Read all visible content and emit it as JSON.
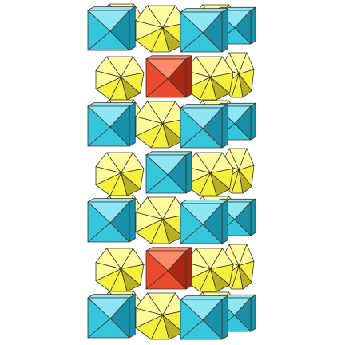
{
  "image": {
    "subject": "polyhedral-crystal-structure-column",
    "colors": {
      "background": "#ffffff",
      "cyan_face_light": "#8fe6f2",
      "cyan_face_mid": "#35c6dc",
      "cyan_face_dark": "#1a8fa8",
      "yellow_face_light": "#fffb9a",
      "yellow_face_mid": "#f4ee3c",
      "yellow_face_dark": "#b8b020",
      "red_face_light": "#ff8a6a",
      "red_face_mid": "#ec4a2c",
      "red_face_dark": "#a82a16",
      "edge": "#333333"
    },
    "layers": [
      {
        "kind": "cyan-row",
        "highlight": "none"
      },
      {
        "kind": "yellow-row",
        "highlight": "red-center"
      },
      {
        "kind": "cyan-row",
        "highlight": "none"
      },
      {
        "kind": "yellow-row",
        "highlight": "cyan-center"
      },
      {
        "kind": "cyan-row",
        "highlight": "none"
      },
      {
        "kind": "yellow-row",
        "highlight": "red-center"
      },
      {
        "kind": "cyan-row",
        "highlight": "none"
      }
    ]
  }
}
